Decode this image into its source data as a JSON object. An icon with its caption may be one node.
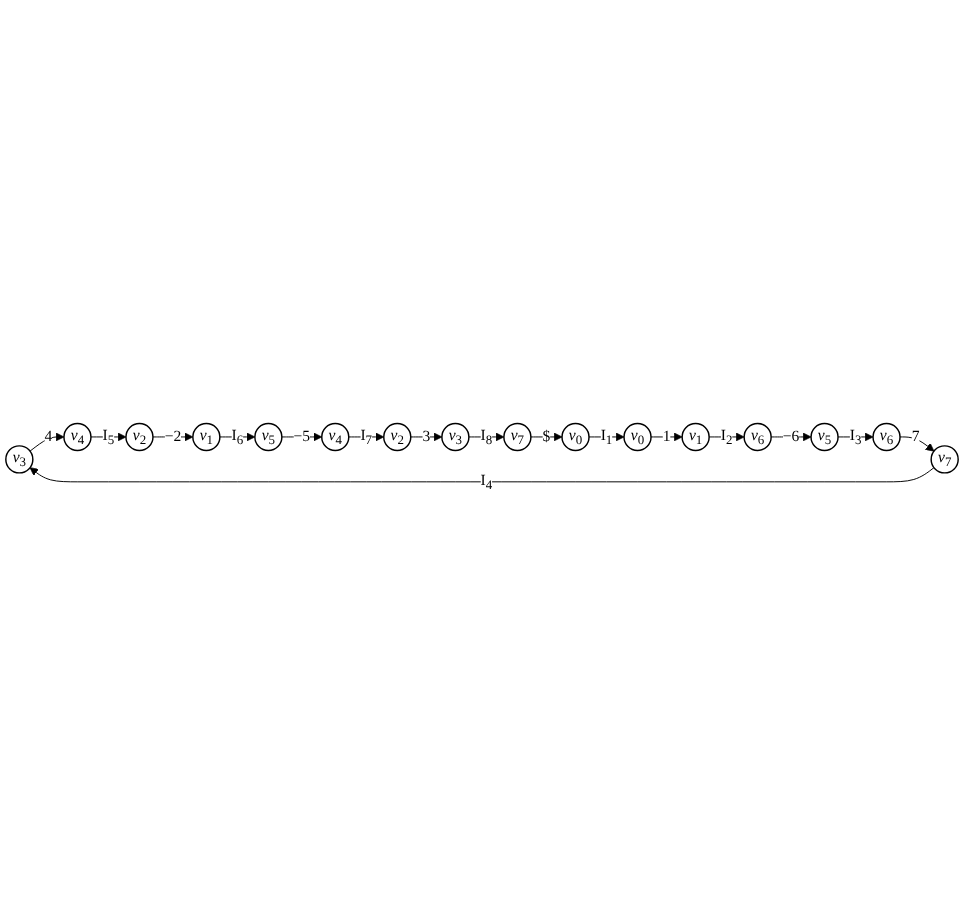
{
  "diagram": {
    "nodes": [
      {
        "text": [
          "v$_{3}$"
        ]
      },
      {
        "text": [
          "v$_{4}$"
        ]
      },
      {
        "text": [
          "v$_{2}$"
        ]
      },
      {
        "text": [
          "v$_{1}$"
        ]
      },
      {
        "text": [
          "v$_{5}$"
        ]
      },
      {
        "text": [
          "v$_{4}$"
        ]
      },
      {
        "text": [
          "v$_{2}$"
        ]
      },
      {
        "text": [
          "v$_{3}$"
        ]
      },
      {
        "text": [
          "v$_{7}$"
        ]
      },
      {
        "text": [
          "v$_{0}$"
        ]
      },
      {
        "text": [
          "v$_{0}$"
        ]
      },
      {
        "text": [
          "v$_{1}$"
        ]
      },
      {
        "text": [
          "v$_{6}$"
        ]
      },
      {
        "text": [
          "v$_{5}$"
        ]
      },
      {
        "text": [
          "v$_{6}$"
        ]
      },
      {
        "text": [
          "v$_{7}$"
        ]
      }
    ],
    "edges": [
      {
        "from": 0,
        "to": 1,
        "arrow": "to",
        "label": "4"
      },
      {
        "from": 1,
        "to": 2,
        "arrow": "to",
        "label": "I$_{5}$"
      },
      {
        "from": 2,
        "to": 3,
        "arrow": "to",
        "label": "−2"
      },
      {
        "from": 3,
        "to": 4,
        "arrow": "to",
        "label": "I$_{6}$"
      },
      {
        "from": 4,
        "to": 5,
        "arrow": "to",
        "label": "−5"
      },
      {
        "from": 5,
        "to": 6,
        "arrow": "to",
        "label": "I$_{7}$"
      },
      {
        "from": 6,
        "to": 7,
        "arrow": "to",
        "label": "3"
      },
      {
        "from": 7,
        "to": 8,
        "arrow": "to",
        "label": "I$_{8}$"
      },
      {
        "from": 8,
        "to": 9,
        "arrow": "to",
        "label": "$"
      },
      {
        "from": 9,
        "to": 10,
        "arrow": "to",
        "label": "I$_{1}$"
      },
      {
        "from": 10,
        "to": 11,
        "arrow": "to",
        "label": "1"
      },
      {
        "from": 11,
        "to": 12,
        "arrow": "to",
        "label": "I$_{2}$"
      },
      {
        "from": 12,
        "to": 13,
        "arrow": "to",
        "label": "−6"
      },
      {
        "from": 13,
        "to": 14,
        "arrow": "to",
        "label": "I$_{3}$"
      },
      {
        "from": 14,
        "to": 15,
        "arrow": "to",
        "label": "7"
      },
      {
        "from": 15,
        "to": 0,
        "arrow": "to",
        "label": "I$_{4}$"
      }
    ]
  }
}
